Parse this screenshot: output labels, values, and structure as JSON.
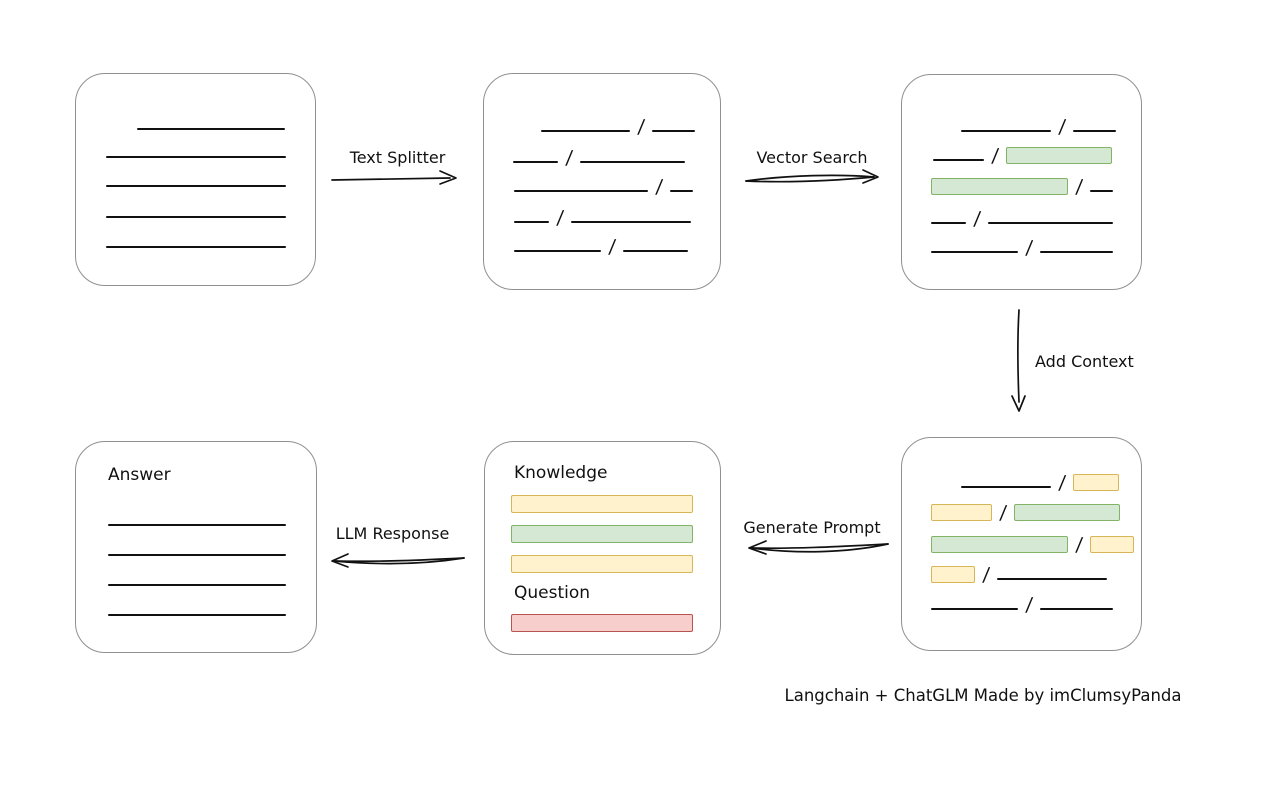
{
  "diagram": {
    "caption": "Langchain + ChatGLM Made by imClumsyPanda",
    "slash": "/",
    "arrows": {
      "text_splitter": "Text Splitter",
      "vector_search": "Vector Search",
      "add_context": "Add Context",
      "generate_prompt": "Generate Prompt",
      "llm_response": "LLM Response"
    },
    "prompt_box": {
      "knowledge_label": "Knowledge",
      "question_label": "Question"
    },
    "answer_box": {
      "label": "Answer"
    },
    "colors": {
      "highlight_green_fill": "#d5e8d4",
      "highlight_green_border": "#82b366",
      "highlight_yellow_fill": "#fff2cc",
      "highlight_yellow_border": "#d6b656",
      "highlight_red_fill": "#f8cecc",
      "highlight_red_border": "#b85450",
      "box_border": "#909090",
      "ink": "#111111"
    }
  }
}
